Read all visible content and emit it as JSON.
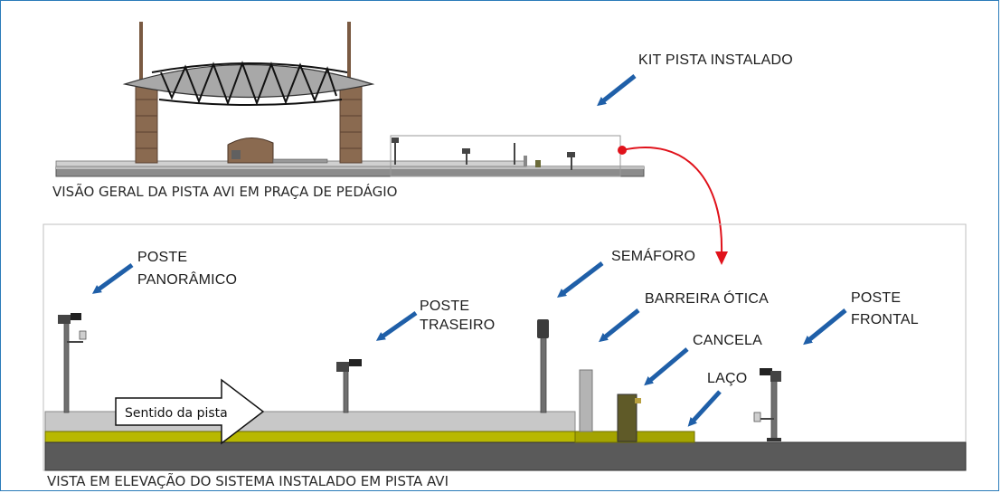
{
  "captions": {
    "overview": "VISÃO GERAL DA PISTA AVI EM PRAÇA DE PEDÁGIO",
    "elevation": "VISTA EM ELEVAÇÃO DO SISTEMA INSTALADO EM PISTA AVI"
  },
  "labels": {
    "kit": "KIT PISTA INSTALADO",
    "poste_panoramico": [
      "POSTE",
      "PANORÂMICO"
    ],
    "poste_traseiro": [
      "POSTE",
      "TRASEIRO"
    ],
    "semaforo": "SEMÁFORO",
    "barreira_otica": "BARREIRA ÓTICA",
    "cancela": "CANCELA",
    "laco": "LAÇO",
    "poste_frontal": [
      "POSTE",
      "FRONTAL"
    ]
  },
  "direction": "Sentido da pista",
  "colors": {
    "frame": "#2b7bb9",
    "arrow": "#1f5fa8",
    "connector": "#e0121b",
    "lane_yellow": "#b8b800",
    "road_dark": "#5a5a5a",
    "island_gray": "#c8c8c8",
    "tower_brown": "#8a6a50"
  },
  "icons": [
    "callout-arrow-icon",
    "connector-arrow-icon",
    "direction-arrow-icon"
  ]
}
